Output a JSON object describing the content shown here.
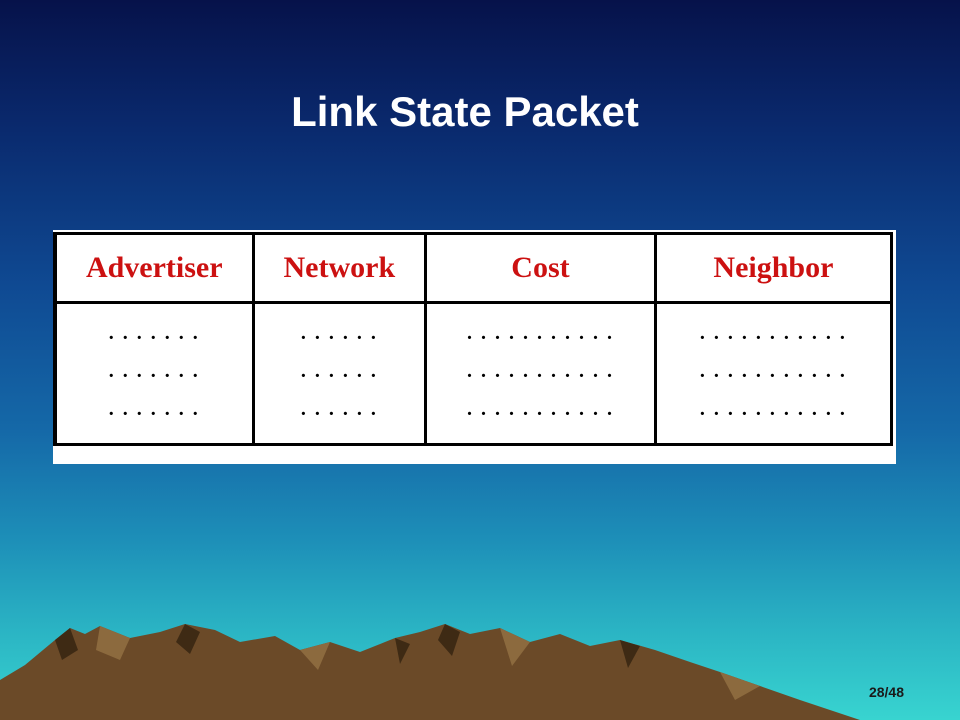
{
  "slide": {
    "title": "Link State Packet",
    "page_number": "28/48"
  },
  "table": {
    "headers": [
      "Advertiser",
      "Network",
      "Cost",
      "Neighbor"
    ],
    "columns": [
      [
        ". . . . . . .",
        ". . . . . . .",
        ". . . . . . ."
      ],
      [
        ". . . . . .",
        ". . . . . .",
        ". . . . . ."
      ],
      [
        ". . . . . . . . . . .",
        ". . . . . . . . . . .",
        ". . . . . . . . . . ."
      ],
      [
        ". . . . . . . . . . .",
        ". . . . . . . . . . .",
        ". . . . . . . . . . ."
      ]
    ]
  },
  "colors": {
    "header_text": "#cc1111",
    "title_text": "#ffffff",
    "background_top": "#06124a",
    "background_bottom": "#38d4d0",
    "mountain": "#6b4a28"
  }
}
